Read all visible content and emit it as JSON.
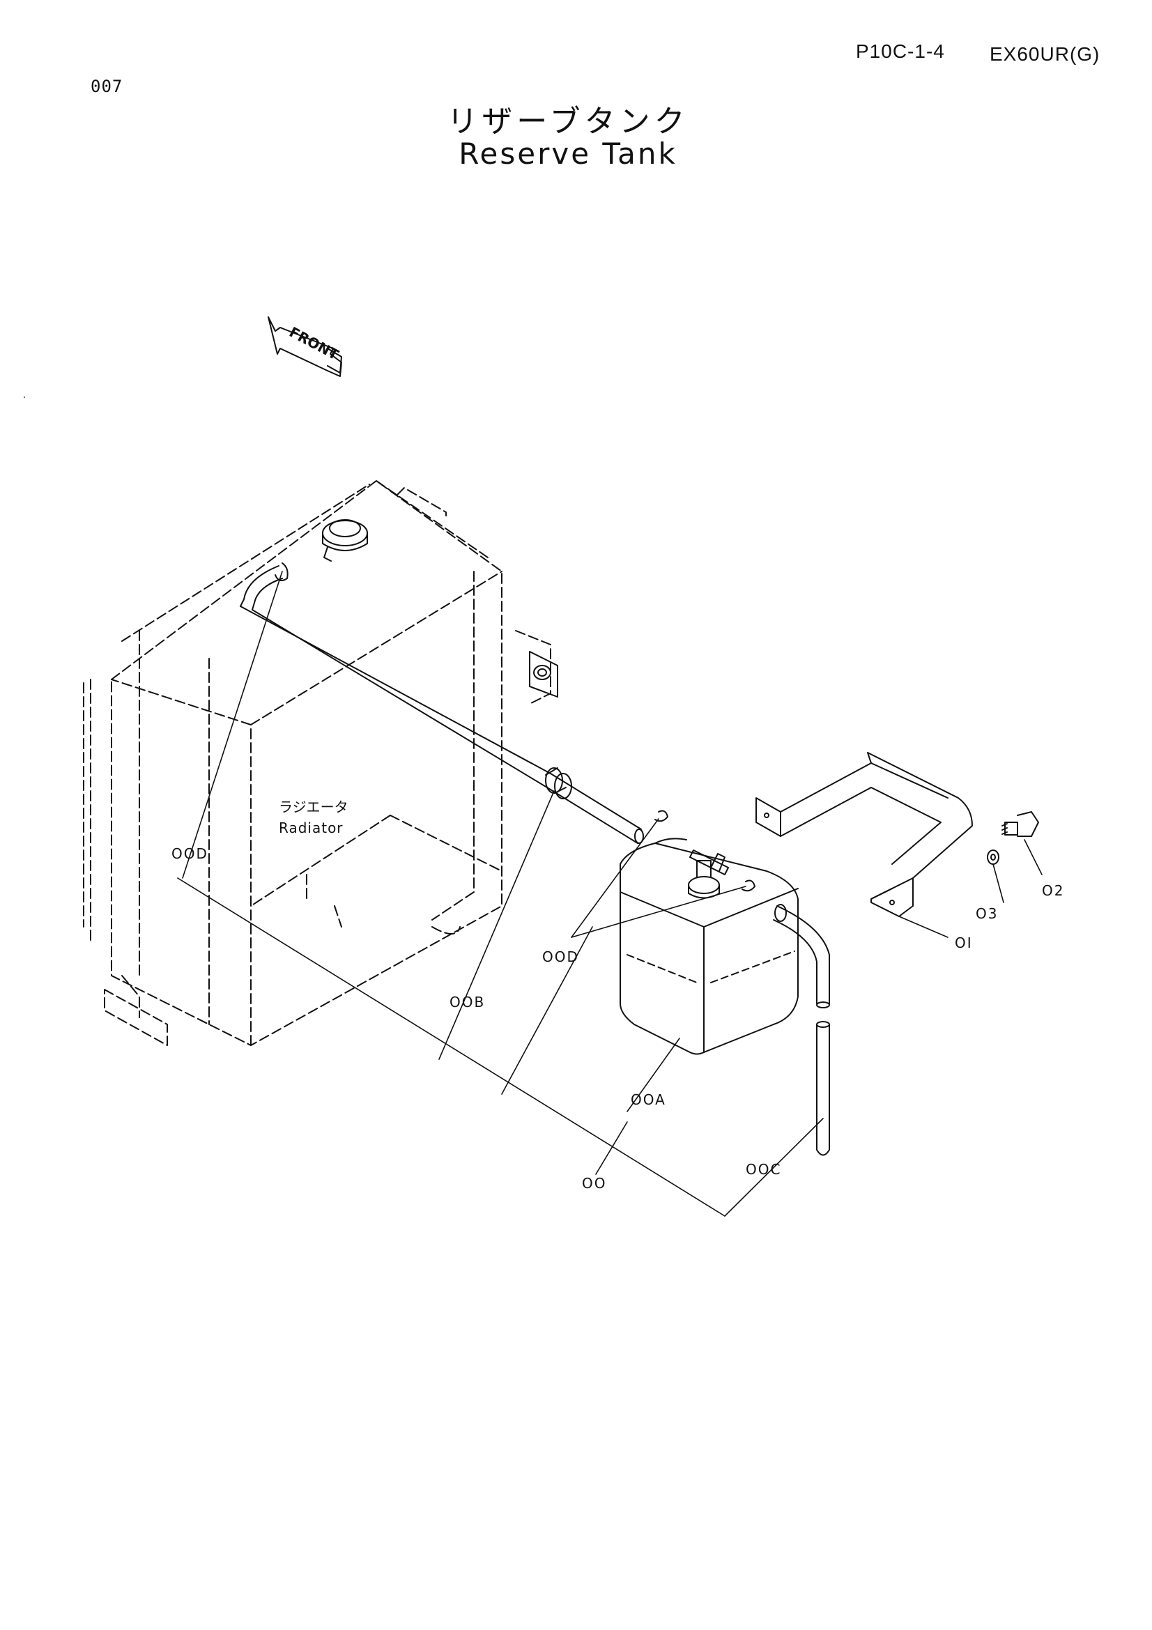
{
  "header": {
    "page_code": "P10C-1-4",
    "model": "EX60UR(G)",
    "page_number": "007"
  },
  "title": {
    "japanese": "リザーブタンク",
    "english": "Reserve Tank"
  },
  "front_arrow": {
    "label": "FRONT"
  },
  "radiator_label": {
    "japanese": "ラジエータ",
    "english": "Radiator"
  },
  "part_callouts": [
    {
      "id": "00",
      "label": "OO"
    },
    {
      "id": "00A",
      "label": "OOA"
    },
    {
      "id": "00B",
      "label": "OOB"
    },
    {
      "id": "00C",
      "label": "OOC"
    },
    {
      "id": "00D-left",
      "label": "OOD"
    },
    {
      "id": "00D-tank",
      "label": "OOD"
    },
    {
      "id": "01",
      "label": "OI"
    },
    {
      "id": "02",
      "label": "O2"
    },
    {
      "id": "03",
      "label": "O3"
    }
  ],
  "colors": {
    "ink": "#111111",
    "background": "#ffffff"
  }
}
